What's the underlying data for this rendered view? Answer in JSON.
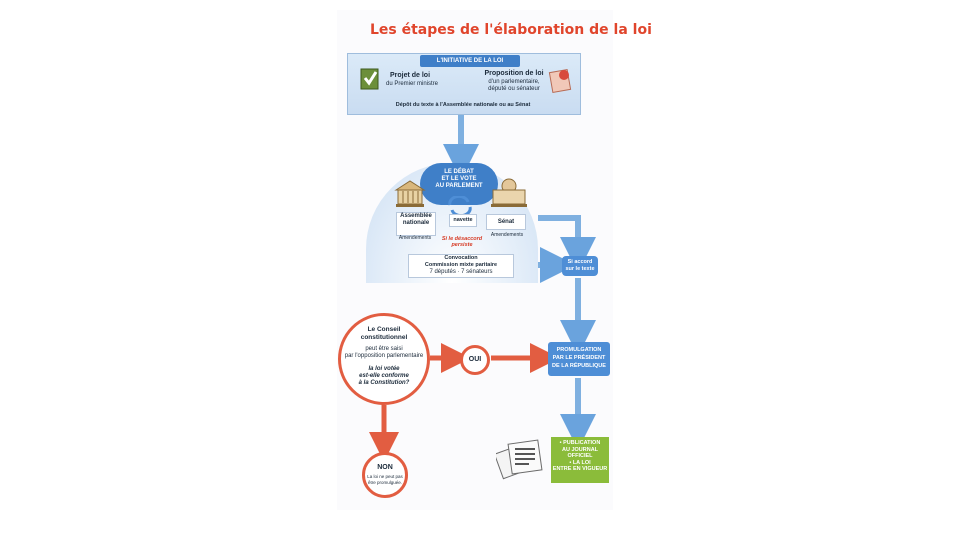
{
  "title": "Les étapes de l'élaboration de la loi",
  "initiative": {
    "header": "L'INITIATIVE DE LA LOI",
    "projet_title": "Projet de loi",
    "projet_sub": "du Premier ministre",
    "proposition_title": "Proposition de loi",
    "proposition_sub1": "d'un parlementaire,",
    "proposition_sub2": "député ou sénateur",
    "depot": "Dépôt du texte à l'Assemblée nationale ou au Sénat"
  },
  "debat": {
    "line1": "LE DÉBAT",
    "line2": "ET LE VOTE",
    "line3": "AU PARLEMENT",
    "an_title1": "Assemblée",
    "an_title2": "nationale",
    "an_sub": "Amendements",
    "navette": "navette",
    "senat_title": "Sénat",
    "senat_sub": "Amendements",
    "desaccord1": "Si le désaccord",
    "desaccord2": "persiste",
    "cmp1": "Convocation",
    "cmp2": "Commission mixte paritaire",
    "cmp3": "7 députés · 7 sénateurs",
    "accord1": "Si accord",
    "accord2": "sur le texte"
  },
  "conseil": {
    "title1": "Le Conseil",
    "title2": "constitutionnel",
    "sub1": "peut être saisi",
    "sub2": "par l'opposition parlementaire",
    "q1": "la loi votée",
    "q2": "est-elle conforme",
    "q3": "à la Constitution?"
  },
  "oui": "OUI",
  "promulgation": {
    "line1": "PROMULGATION",
    "line2": "PAR LE PRÉSIDENT",
    "line3": "DE LA RÉPUBLIQUE"
  },
  "non": {
    "title": "NON",
    "sub1": "La loi ne peut pas",
    "sub2": "être promulguée."
  },
  "publication": {
    "line1": "• PUBLICATION",
    "line2": "AU JOURNAL",
    "line3": "OFFICIEL",
    "line4": "• LA LOI",
    "line5": "ENTRE EN VIGUEUR"
  },
  "colors": {
    "title": "#e0452c",
    "blue": "#3f7fc8",
    "arrow_blue": "#7fb0e0",
    "red": "#e25d41",
    "green": "#8bbc3a"
  },
  "icons": [
    "check-document-icon",
    "stamped-document-icon",
    "assemblee-building-icon",
    "senat-building-icon",
    "navette-cycle-icon",
    "newspaper-icon"
  ]
}
